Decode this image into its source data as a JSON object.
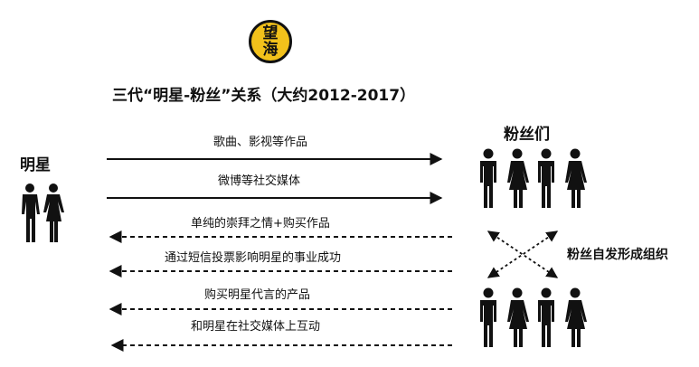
{
  "logo": {
    "line1": "望",
    "line2": "海"
  },
  "title": "三代“明星-粉丝”关系（大约2012-2017）",
  "stars_label": "明星",
  "fans_label": "粉丝们",
  "fan_org_label": "粉丝自发形成组织",
  "arrows": [
    {
      "label": "歌曲、影视等作品",
      "direction": "right",
      "style": "solid"
    },
    {
      "label": "微博等社交媒体",
      "direction": "right",
      "style": "solid"
    },
    {
      "label": "单纯的崇拜之情+购买作品",
      "direction": "left",
      "style": "dashed"
    },
    {
      "label": "通过短信投票影响明星的事业成功",
      "direction": "left",
      "style": "dashed"
    },
    {
      "label": "购买明星代言的产品",
      "direction": "left",
      "style": "dashed"
    },
    {
      "label": "和明星在社交媒体上互动",
      "direction": "left",
      "style": "dashed"
    }
  ],
  "colors": {
    "logo_bg": "#f2c11b",
    "ink": "#111111"
  },
  "icons": {
    "star_pair": "man-woman-icon",
    "fan_group": "people-group-icon"
  }
}
